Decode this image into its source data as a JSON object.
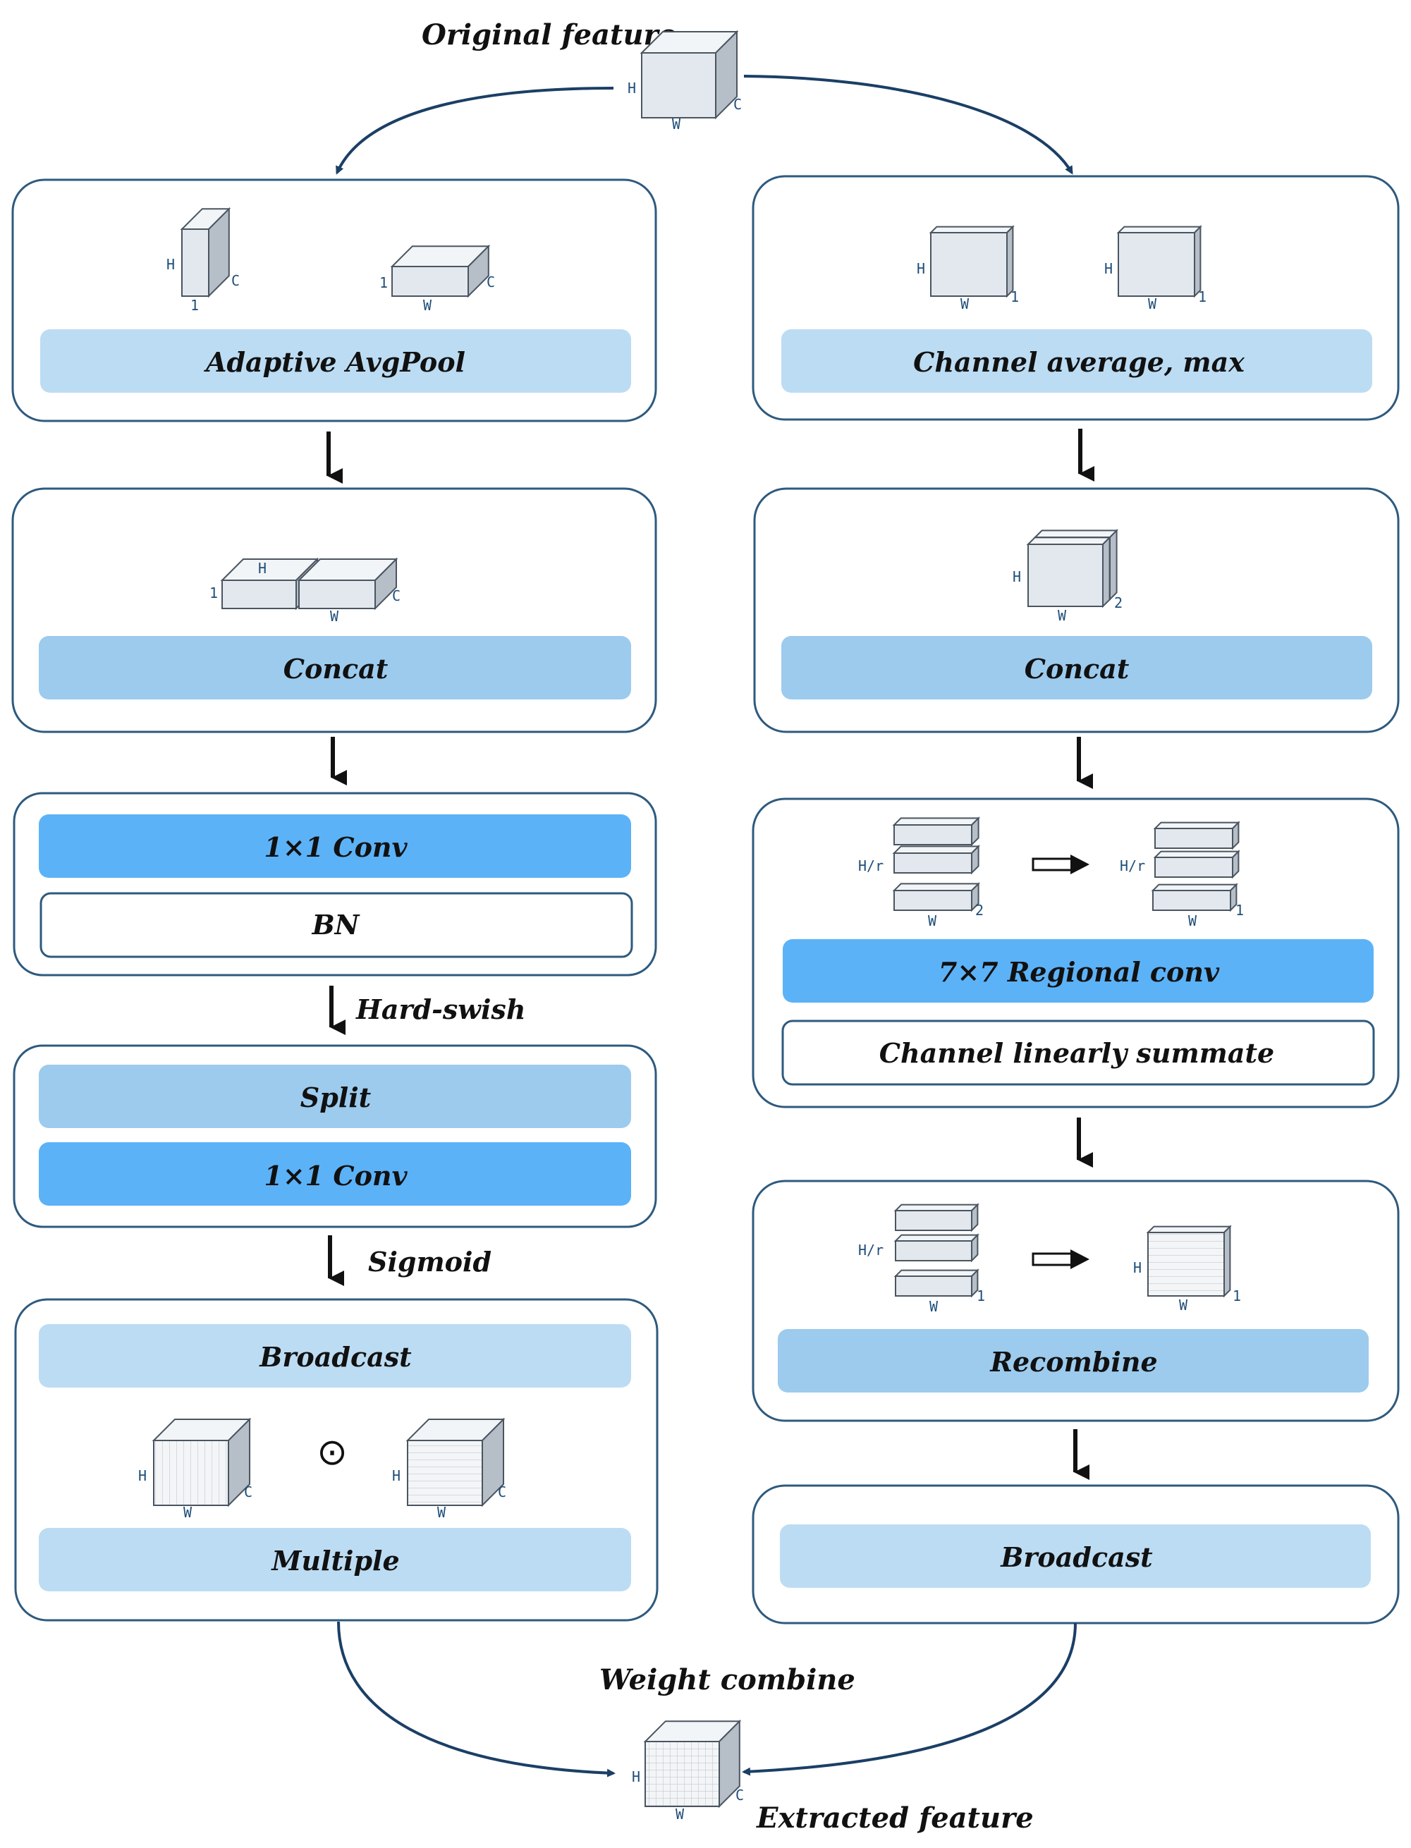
{
  "colors": {
    "light": "#bcdcf3",
    "mid": "#9ccbee",
    "bright": "#5cb2f7",
    "panel_border": "#2e5a7e",
    "arrow": "#1b3f66",
    "cube_front": "#e2e8ee",
    "cube_top": "#f2f5f8",
    "cube_side": "#b6bec8"
  },
  "labels": {
    "original_feature": "Original feature",
    "extracted_feature": "Extracted feature",
    "weight_combine": "Weight combine",
    "hard_swish": "Hard-swish",
    "sigmoid": "Sigmoid",
    "odot": "⊙"
  },
  "left": {
    "adaptive_avgpool": "Adaptive AvgPool",
    "concat": "Concat",
    "conv1": "1×1 Conv",
    "bn": "BN",
    "split": "Split",
    "conv2": "1×1 Conv",
    "broadcast": "Broadcast",
    "multiple": "Multiple"
  },
  "right": {
    "channel_avg_max": "Channel average, max",
    "concat": "Concat",
    "regional_conv": "7×7 Regional conv",
    "linear_summate": "Channel linearly summate",
    "recombine": "Recombine",
    "broadcast": "Broadcast"
  },
  "dims": {
    "H": "H",
    "W": "W",
    "C": "C",
    "one": "1",
    "two": "2",
    "Hr": "H/r"
  }
}
